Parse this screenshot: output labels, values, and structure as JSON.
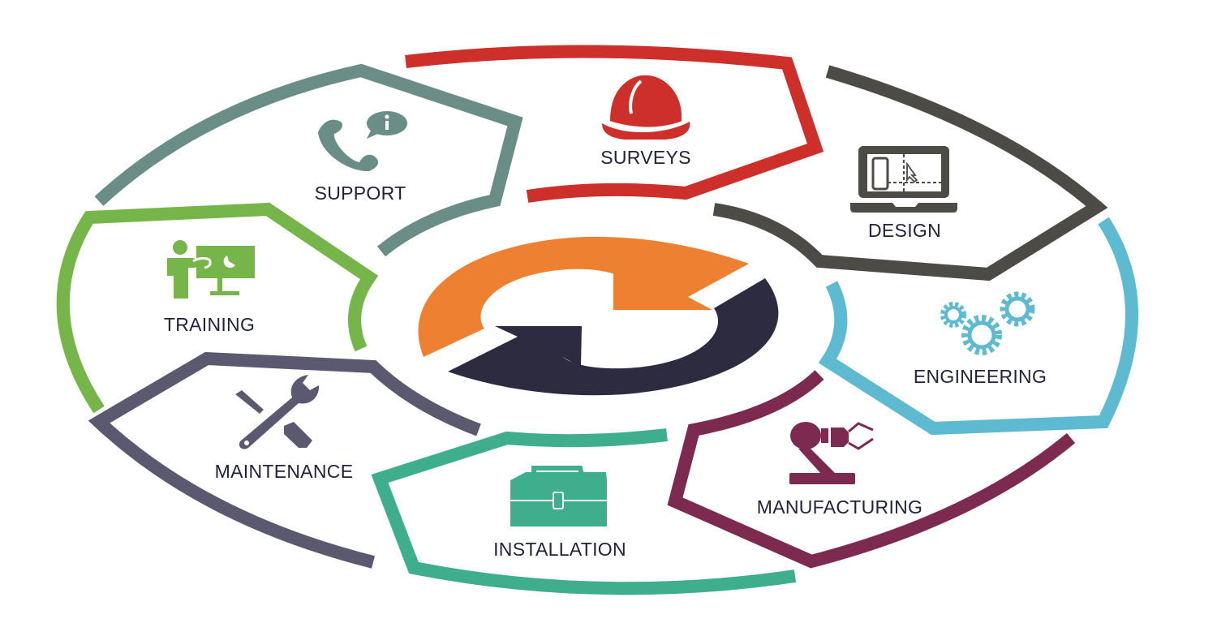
{
  "diagram": {
    "type": "cycle",
    "center": {
      "icon": "refresh-cycle-arrows-icon",
      "arrow_top_color": "#ee8031",
      "arrow_bottom_color": "#2d2b40"
    },
    "stages": [
      {
        "label": "SURVEYS",
        "icon": "hard-hat-icon",
        "color": "#cd2f2b"
      },
      {
        "label": "DESIGN",
        "icon": "laptop-design-icon",
        "color": "#4d4b46"
      },
      {
        "label": "ENGINEERING",
        "icon": "gears-icon",
        "color": "#5ebad0"
      },
      {
        "label": "MANUFACTURING",
        "icon": "robot-arm-icon",
        "color": "#7c2a4f"
      },
      {
        "label": "INSTALLATION",
        "icon": "toolbox-icon",
        "color": "#3fae8d"
      },
      {
        "label": "MAINTENANCE",
        "icon": "wrench-screwdriver-icon",
        "color": "#5b5970"
      },
      {
        "label": "TRAINING",
        "icon": "presentation-trainer-icon",
        "color": "#76b54a"
      },
      {
        "label": "SUPPORT",
        "icon": "phone-info-icon",
        "color": "#6a8d88"
      }
    ],
    "text_color": "#22223a"
  }
}
